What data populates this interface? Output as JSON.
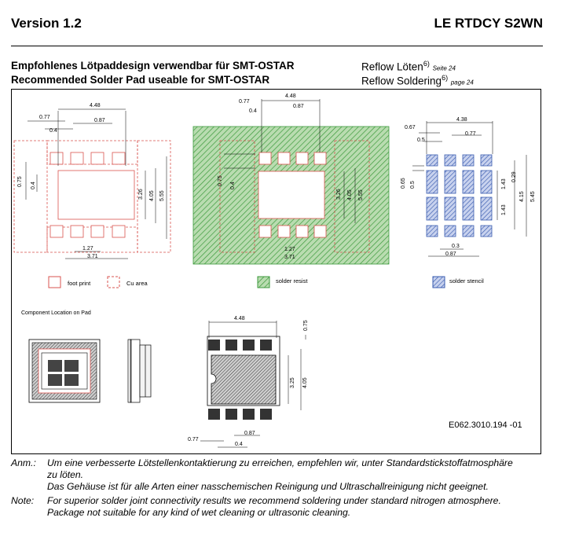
{
  "header": {
    "version": "Version 1.2",
    "part": "LE RTDCY S2WN"
  },
  "title": {
    "de": "Empfohlenes Lötpaddesign verwendbar für SMT-OSTAR",
    "en": "Recommended Solder Pad useable for SMT-OSTAR"
  },
  "reflow": {
    "de": "Reflow Löten",
    "de_sup": "6)",
    "de_page": "Seite 24",
    "en": "Reflow Soldering",
    "en_sup": "6)",
    "en_page": "page 24"
  },
  "legend": {
    "foot_print": "foot print",
    "cu_area": "Cu area",
    "solder_resist": "solder resist",
    "solder_stencil": "solder stencil"
  },
  "component_location": "Component Location on Pad",
  "dims": {
    "d448": "4.48",
    "d077": "0.77",
    "d04": "0.4",
    "d087": "0.87",
    "d075": "0.75",
    "d326": "3.26",
    "d405": "4.05",
    "d555": "5.55",
    "d127": "1.27",
    "d371": "3.71",
    "d438": "4.38",
    "d067": "0.67",
    "d05": "0.5",
    "d065": "0.65",
    "d143": "1.43",
    "d029": "0.29",
    "d415": "4.15",
    "d545": "5.45",
    "d03": "0.3",
    "d325": "3.25"
  },
  "drawing_number": "E062.3010.194 -01",
  "notes": [
    {
      "label": "Anm.:",
      "lines": [
        "Um eine verbesserte Lötstellenkontaktierung zu erreichen, empfehlen wir, unter Standardstickstoffatmosphäre",
        "zu löten.",
        "Das Gehäuse ist für alle Arten einer nasschemischen Reinigung und Ultraschallreinigung nicht geeignet."
      ]
    },
    {
      "label": "Note:",
      "lines": [
        "For superior solder joint connectivity results we recommend soldering under standard nitrogen atmosphere.",
        "Package not suitable for any kind of wet cleaning or ultrasonic cleaning."
      ]
    }
  ],
  "colors": {
    "footprint": "#d9534f",
    "resist": "#3c9a3c",
    "stencil": "#3a5cb0"
  }
}
